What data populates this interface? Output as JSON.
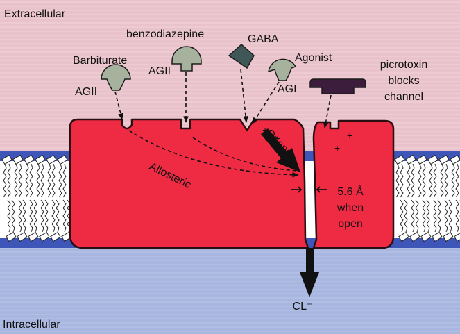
{
  "regions": {
    "extracellular": "Extracellular",
    "intracellular": "Intracellular"
  },
  "ligands": {
    "barbiturate": "Barbiturate",
    "barbiturate_site": "AGII",
    "benzodiazepine": "benzodiazepine",
    "benzodiazepine_site": "AGII",
    "gaba": "GABA",
    "agonist": "Agonist",
    "agonist_site": "AGI"
  },
  "picrotoxin": [
    "picrotoxin",
    "blocks",
    "channel"
  ],
  "channel": {
    "allosteric": "Allosteric",
    "opens": "Opens",
    "plus": "+",
    "pore_size": "5.6 Å",
    "pore_when": "when",
    "pore_open": "open",
    "ion": "CL⁻"
  },
  "colors": {
    "extracellular_bg": "#e9c3cc",
    "intracellular_bg": "#a9b7e0",
    "membrane_blue": "#3e56b8",
    "channel_red": "#ef2a43",
    "ligand_grey": "#a7b29e",
    "gaba_dark": "#3f5756",
    "picrotoxin_purple": "#3c1d3c"
  }
}
